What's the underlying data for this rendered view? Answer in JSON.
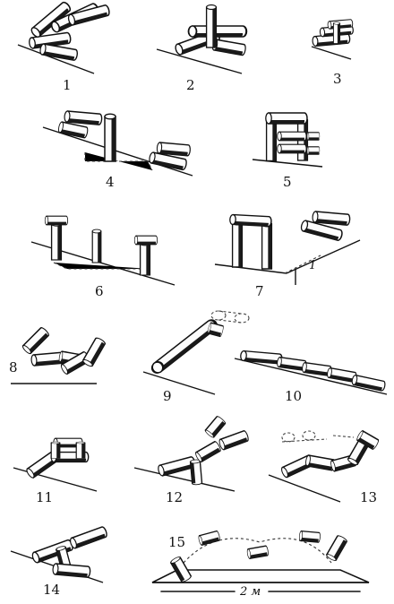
{
  "figures": [
    {
      "label": "1"
    },
    {
      "label": "2"
    },
    {
      "label": "3"
    },
    {
      "label": "4"
    },
    {
      "label": "5"
    },
    {
      "label": "6"
    },
    {
      "label": "7"
    },
    {
      "label": "8"
    },
    {
      "label": "9"
    },
    {
      "label": "10"
    },
    {
      "label": "11"
    },
    {
      "label": "12"
    },
    {
      "label": "13"
    },
    {
      "label": "14"
    },
    {
      "label": "15"
    }
  ],
  "figure_7_side_mark": "1",
  "dimension_label": "2 м",
  "colors": {
    "ink": "#111111",
    "paper": "#ffffff"
  }
}
